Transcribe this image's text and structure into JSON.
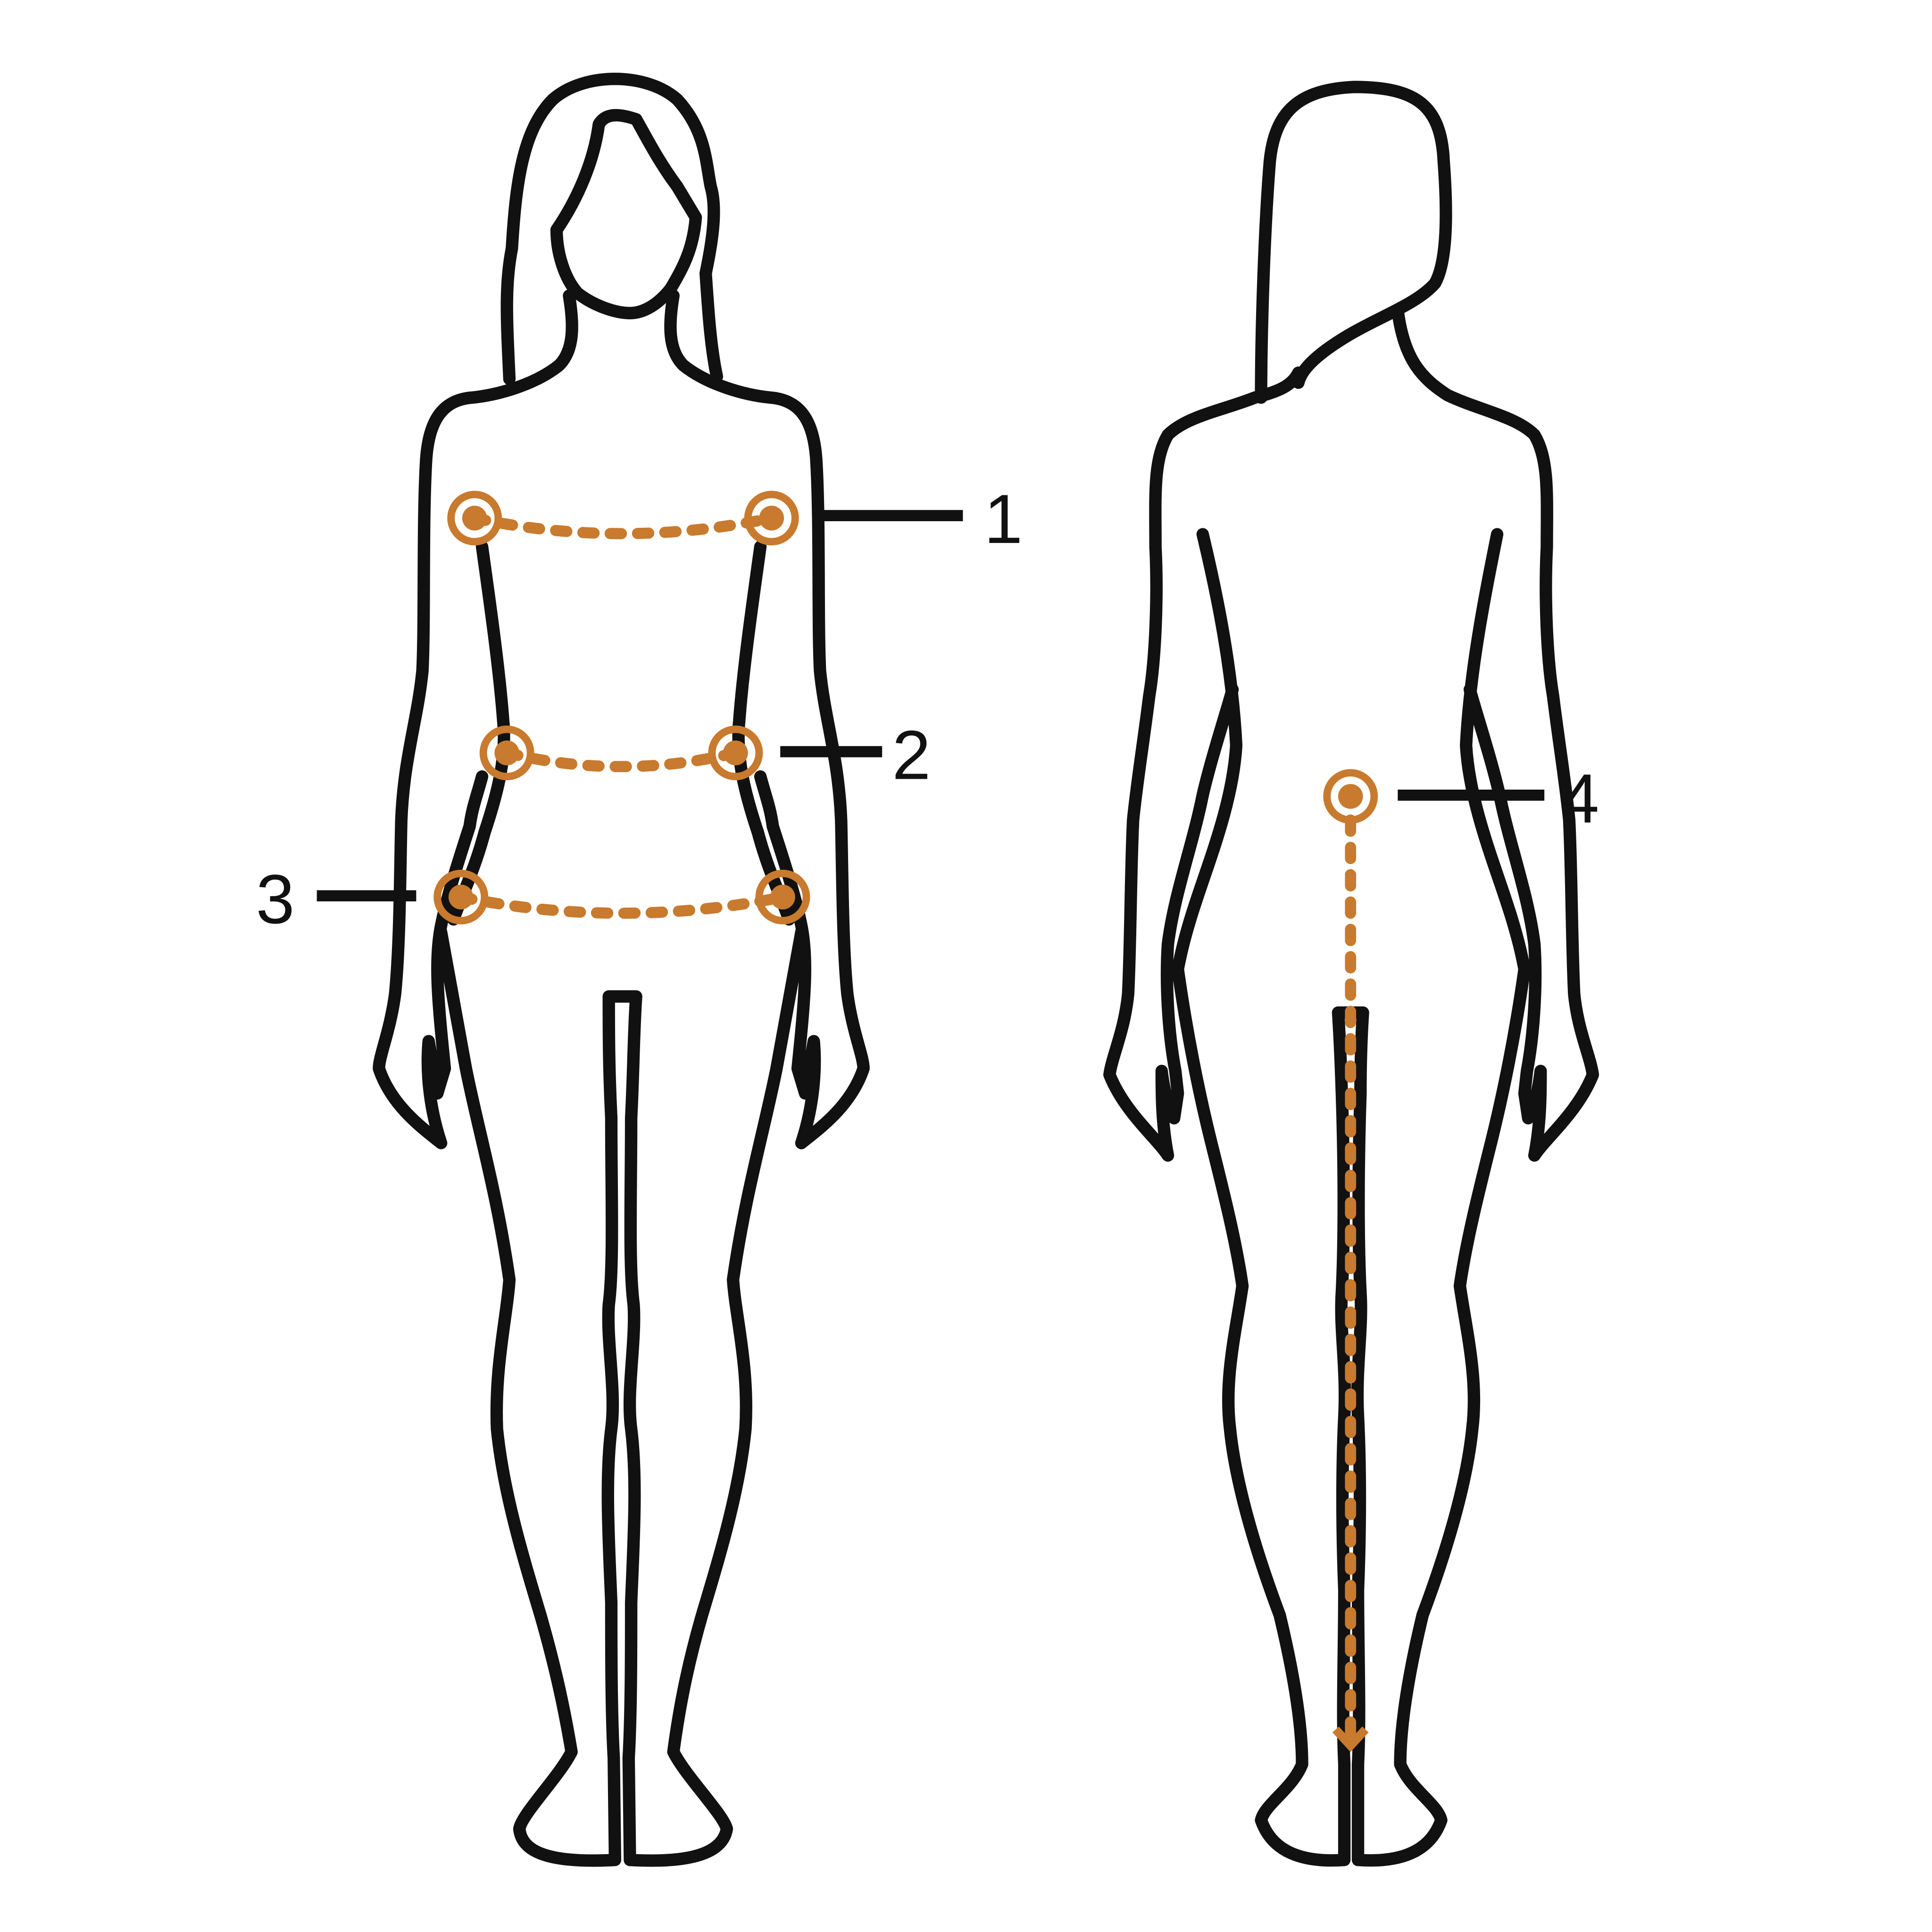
{
  "accent_color": "#c87a2e",
  "outline_color": "#111111",
  "figures": [
    {
      "name": "front-view"
    },
    {
      "name": "back-view"
    }
  ],
  "measurements": [
    {
      "number": "1",
      "type": "horizontal"
    },
    {
      "number": "2",
      "type": "horizontal"
    },
    {
      "number": "3",
      "type": "horizontal"
    },
    {
      "number": "4",
      "type": "vertical"
    }
  ]
}
